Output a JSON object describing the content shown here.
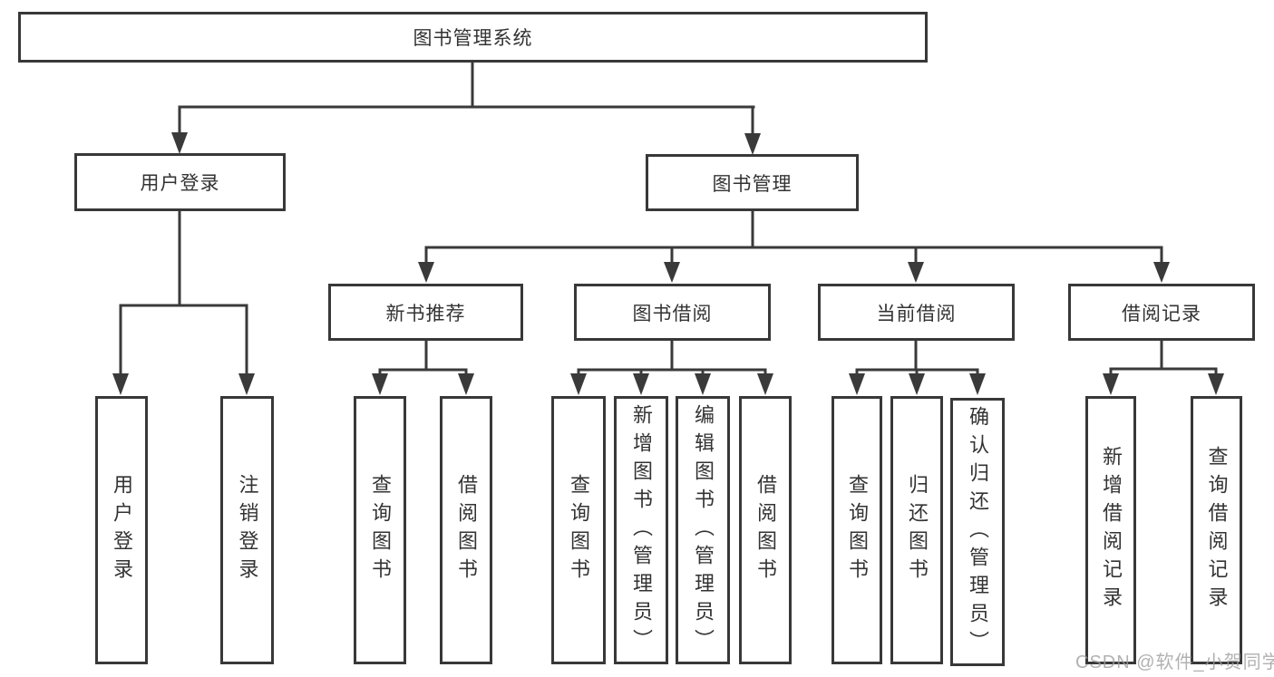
{
  "nodes": {
    "root": "图书管理系统",
    "user_login": "用户登录",
    "book_mgmt": "图书管理",
    "new_book_rec": "新书推荐",
    "book_borrow": "图书借阅",
    "current_borrow": "当前借阅",
    "borrow_records": "借阅记录",
    "leaf_user_login": "用户登录",
    "leaf_logout": "注销登录",
    "nb_query": "查询图书",
    "nb_borrow": "借阅图书",
    "bb_query": "查询图书",
    "bb_add": "新增图书（管理员）",
    "bb_edit": "编辑图书（管理员）",
    "bb_borrow": "借阅图书",
    "cb_query": "查询图书",
    "cb_return": "归还图书",
    "cb_confirm": "确认归还（管理员）",
    "br_add": "新增借阅记录",
    "br_query": "查询借阅记录"
  },
  "watermark": "CSDN @软件_小贺同学",
  "colors": {
    "line": "#3a3a3a",
    "text": "#333333",
    "watermark": "#9e9e9e",
    "background": "#ffffff"
  }
}
